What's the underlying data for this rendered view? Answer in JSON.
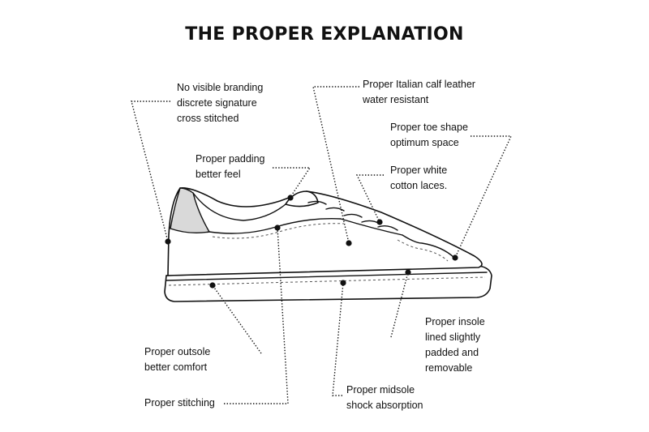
{
  "title": "THE PROPER EXPLANATION",
  "callouts": {
    "branding": [
      "No visible branding",
      "discrete signature",
      "cross stitched"
    ],
    "leather": [
      "Proper Italian calf leather",
      "water resistant"
    ],
    "toe": [
      "Proper toe shape",
      "optimum space"
    ],
    "padding": [
      "Proper padding",
      "better feel"
    ],
    "laces": [
      "Proper white",
      "cotton laces."
    ],
    "insole": [
      "Proper insole",
      "lined slightly",
      "padded and",
      "removable"
    ],
    "outsole": [
      "Proper outsole",
      "better comfort"
    ],
    "stitching": [
      "Proper stitching"
    ],
    "midsole": [
      "Proper midsole",
      "shock absorption"
    ]
  }
}
